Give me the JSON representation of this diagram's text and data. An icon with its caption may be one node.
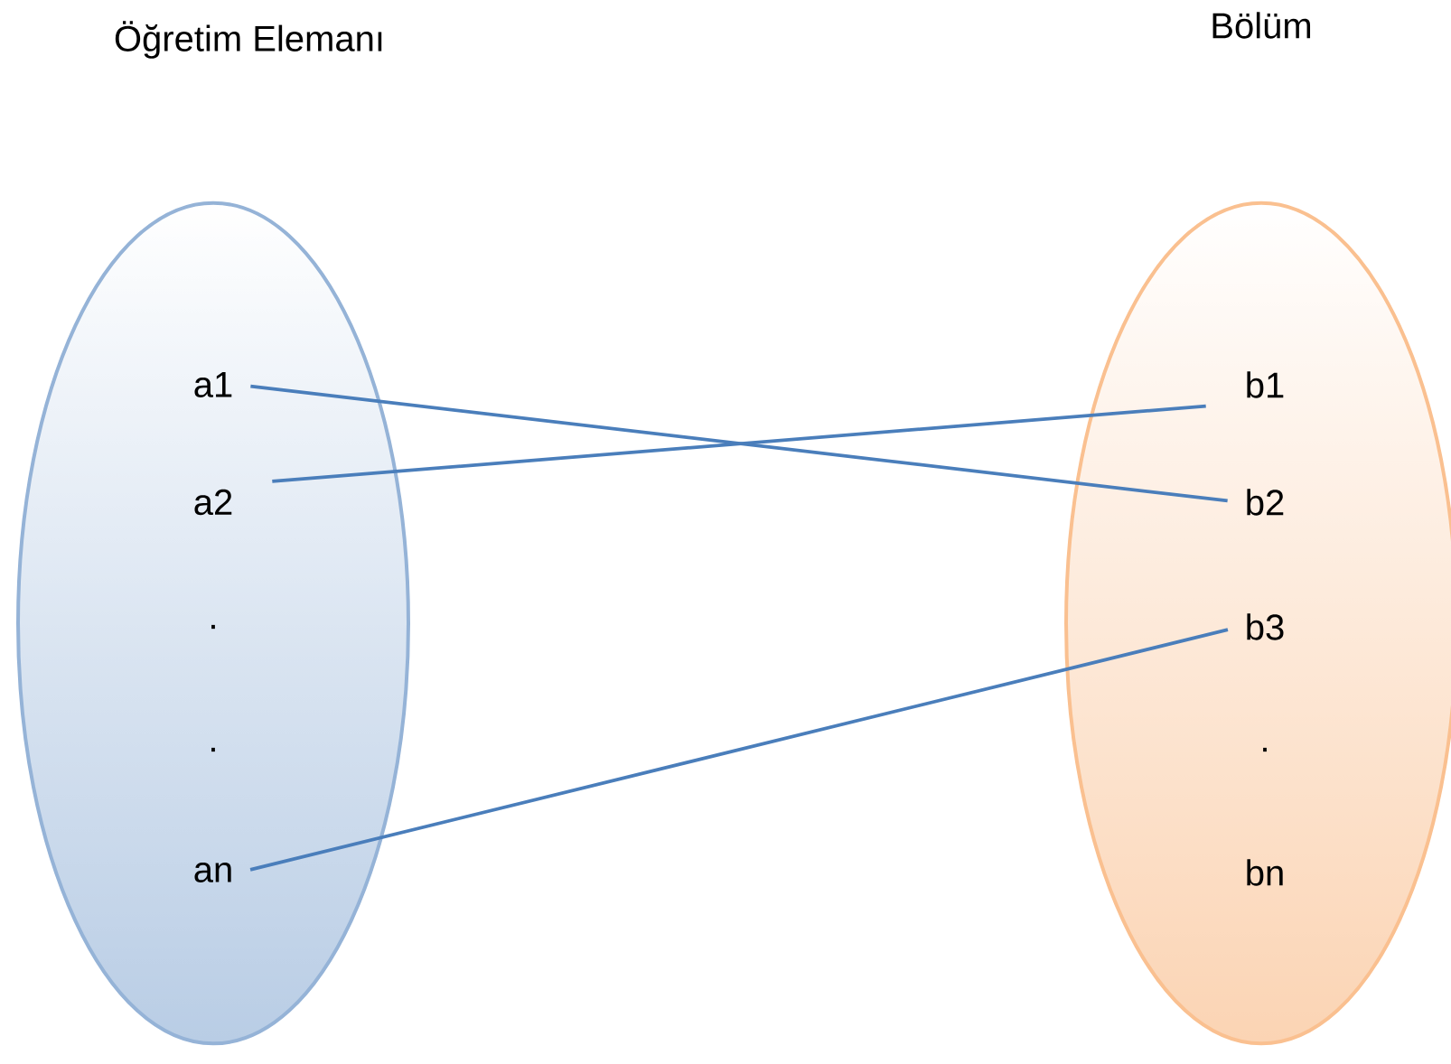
{
  "diagram": {
    "nodes": [
      {
        "text": [
          "Öğretim Elemanı"
        ]
      },
      {
        "text": [
          "a1"
        ],
        "in": 0
      },
      {
        "text": [
          "a2"
        ],
        "in": 0
      },
      {
        "text": [
          "."
        ],
        "in": 0
      },
      {
        "text": [
          "."
        ],
        "in": 0
      },
      {
        "text": [
          "an"
        ],
        "in": 0
      },
      {
        "text": [
          "Bölüm"
        ]
      },
      {
        "text": [
          "b1"
        ],
        "in": 6
      },
      {
        "text": [
          "b2"
        ],
        "in": 6
      },
      {
        "text": [
          "b3"
        ],
        "in": 6
      },
      {
        "text": [
          "."
        ],
        "in": 6
      },
      {
        "text": [
          "bn"
        ],
        "in": 6
      }
    ],
    "edges": [
      {
        "from": 1,
        "to": 8,
        "arrow": "none"
      },
      {
        "from": 2,
        "to": 7,
        "arrow": "none"
      },
      {
        "from": 5,
        "to": 9,
        "arrow": "none"
      }
    ]
  }
}
